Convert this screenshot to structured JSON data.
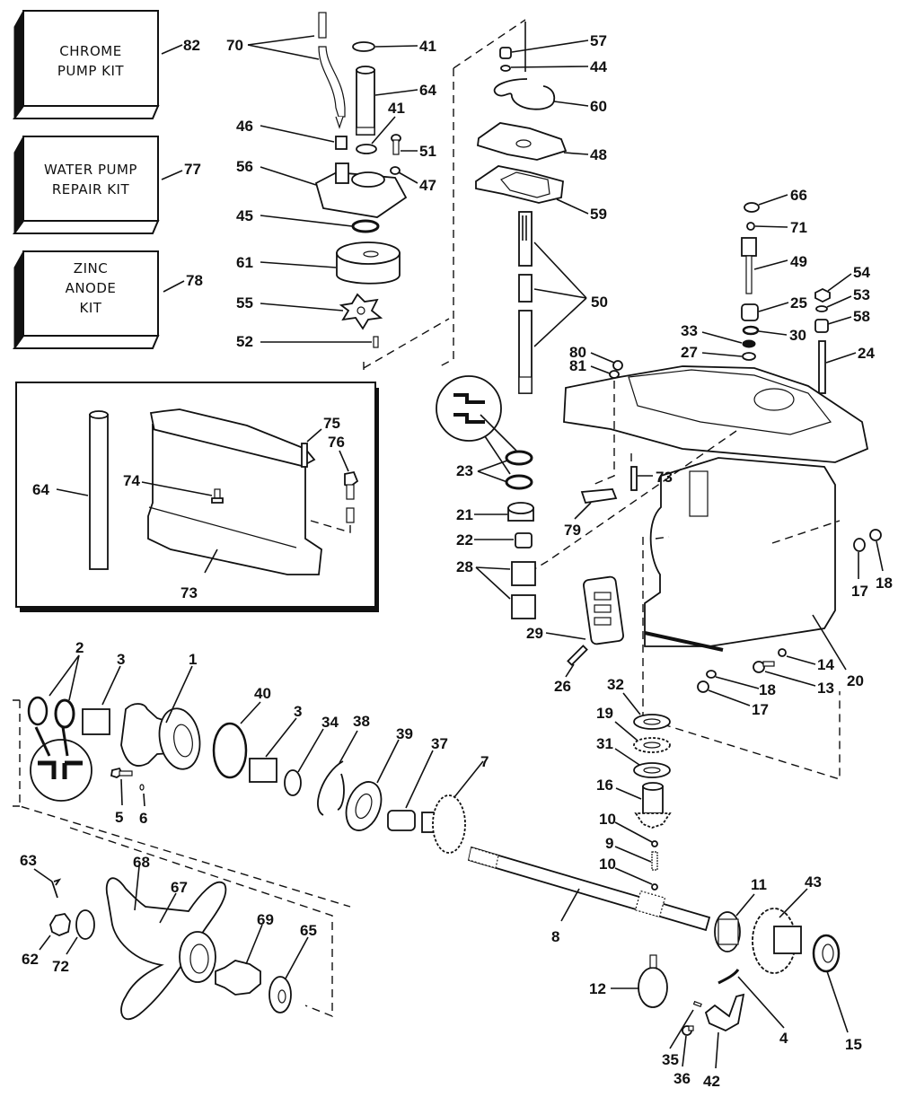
{
  "title": "Gearcase exploded parts diagram",
  "kits": [
    {
      "id": "82",
      "line1": "CHROME",
      "line2": "PUMP KIT",
      "line3": ""
    },
    {
      "id": "77",
      "line1": "WATER PUMP",
      "line2": "REPAIR KIT",
      "line3": ""
    },
    {
      "id": "78",
      "line1": "ZINC",
      "line2": "ANODE",
      "line3": "KIT"
    }
  ],
  "callouts": {
    "c70": "70",
    "c41a": "41",
    "c64a": "64",
    "c41b": "41",
    "c46": "46",
    "c51": "51",
    "c56": "56",
    "c47": "47",
    "c45": "45",
    "c61": "61",
    "c55": "55",
    "c52": "52",
    "c57": "57",
    "c44": "44",
    "c60": "60",
    "c48": "48",
    "c59": "59",
    "c50": "50",
    "c66": "66",
    "c71": "71",
    "c49": "49",
    "c54": "54",
    "c53": "53",
    "c25": "25",
    "c58": "58",
    "c33": "33",
    "c30": "30",
    "c27": "27",
    "c24": "24",
    "c80": "80",
    "c81": "81",
    "c23": "23",
    "c21": "21",
    "c22": "22",
    "c28": "28",
    "c73a": "73",
    "c79": "79",
    "c29": "29",
    "c26": "26",
    "c17a": "17",
    "c18a": "18",
    "c20": "20",
    "c14": "14",
    "c13": "13",
    "c18b": "18",
    "c17b": "17",
    "c64b": "64",
    "c74": "74",
    "c75": "75",
    "c76": "76",
    "c73b": "73",
    "c2": "2",
    "c3a": "3",
    "c1": "1",
    "c40": "40",
    "c3b": "3",
    "c34": "34",
    "c38": "38",
    "c39": "39",
    "c37": "37",
    "c7": "7",
    "c5": "5",
    "c6": "6",
    "c32": "32",
    "c19": "19",
    "c31": "31",
    "c16": "16",
    "c10a": "10",
    "c9": "9",
    "c10b": "10",
    "c8": "8",
    "c11": "11",
    "c43": "43",
    "c15": "15",
    "c12": "12",
    "c4": "4",
    "c35": "35",
    "c36": "36",
    "c42": "42",
    "c63": "63",
    "c68": "68",
    "c67": "67",
    "c69": "69",
    "c65": "65",
    "c62": "62",
    "c72": "72"
  }
}
